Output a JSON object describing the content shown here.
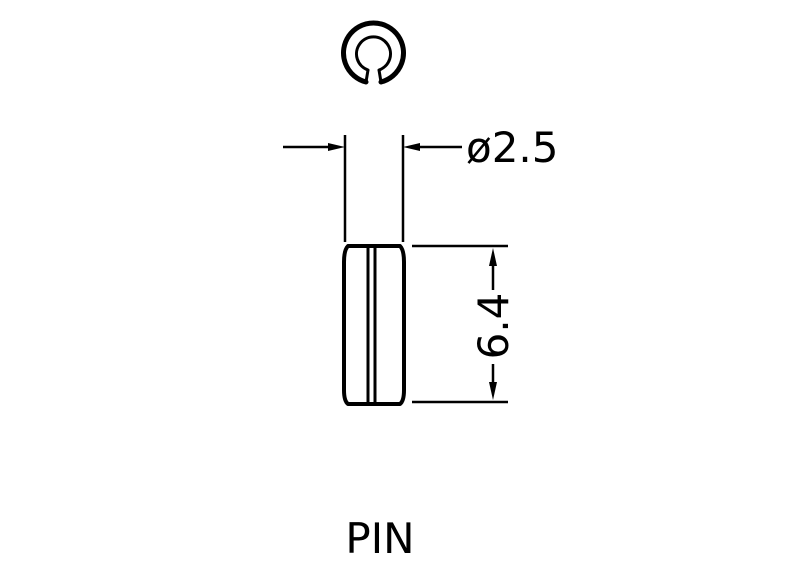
{
  "diameter_label": "ø2.5",
  "length_label": "6.4",
  "title": "PIN",
  "colors": {
    "line": "#000000",
    "background": "#ffffff"
  }
}
